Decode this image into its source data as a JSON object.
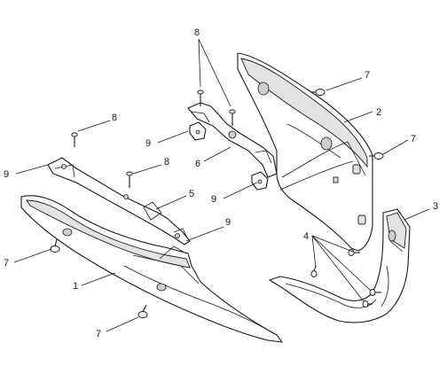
{
  "callouts": [
    {
      "id": "c8-top",
      "label": "8"
    },
    {
      "id": "c7-top",
      "label": "7"
    },
    {
      "id": "c2",
      "label": "2"
    },
    {
      "id": "c7-right",
      "label": "7"
    },
    {
      "id": "c8-left",
      "label": "8"
    },
    {
      "id": "c9-mid",
      "label": "9"
    },
    {
      "id": "c6",
      "label": "6"
    },
    {
      "id": "c9-left",
      "label": "9"
    },
    {
      "id": "c8-mid",
      "label": "8"
    },
    {
      "id": "c5",
      "label": "5"
    },
    {
      "id": "c9-right",
      "label": "9"
    },
    {
      "id": "c3",
      "label": "3"
    },
    {
      "id": "c4",
      "label": "4"
    },
    {
      "id": "c7-left",
      "label": "7"
    },
    {
      "id": "c1",
      "label": "1"
    },
    {
      "id": "c7-bottom",
      "label": "7"
    }
  ]
}
